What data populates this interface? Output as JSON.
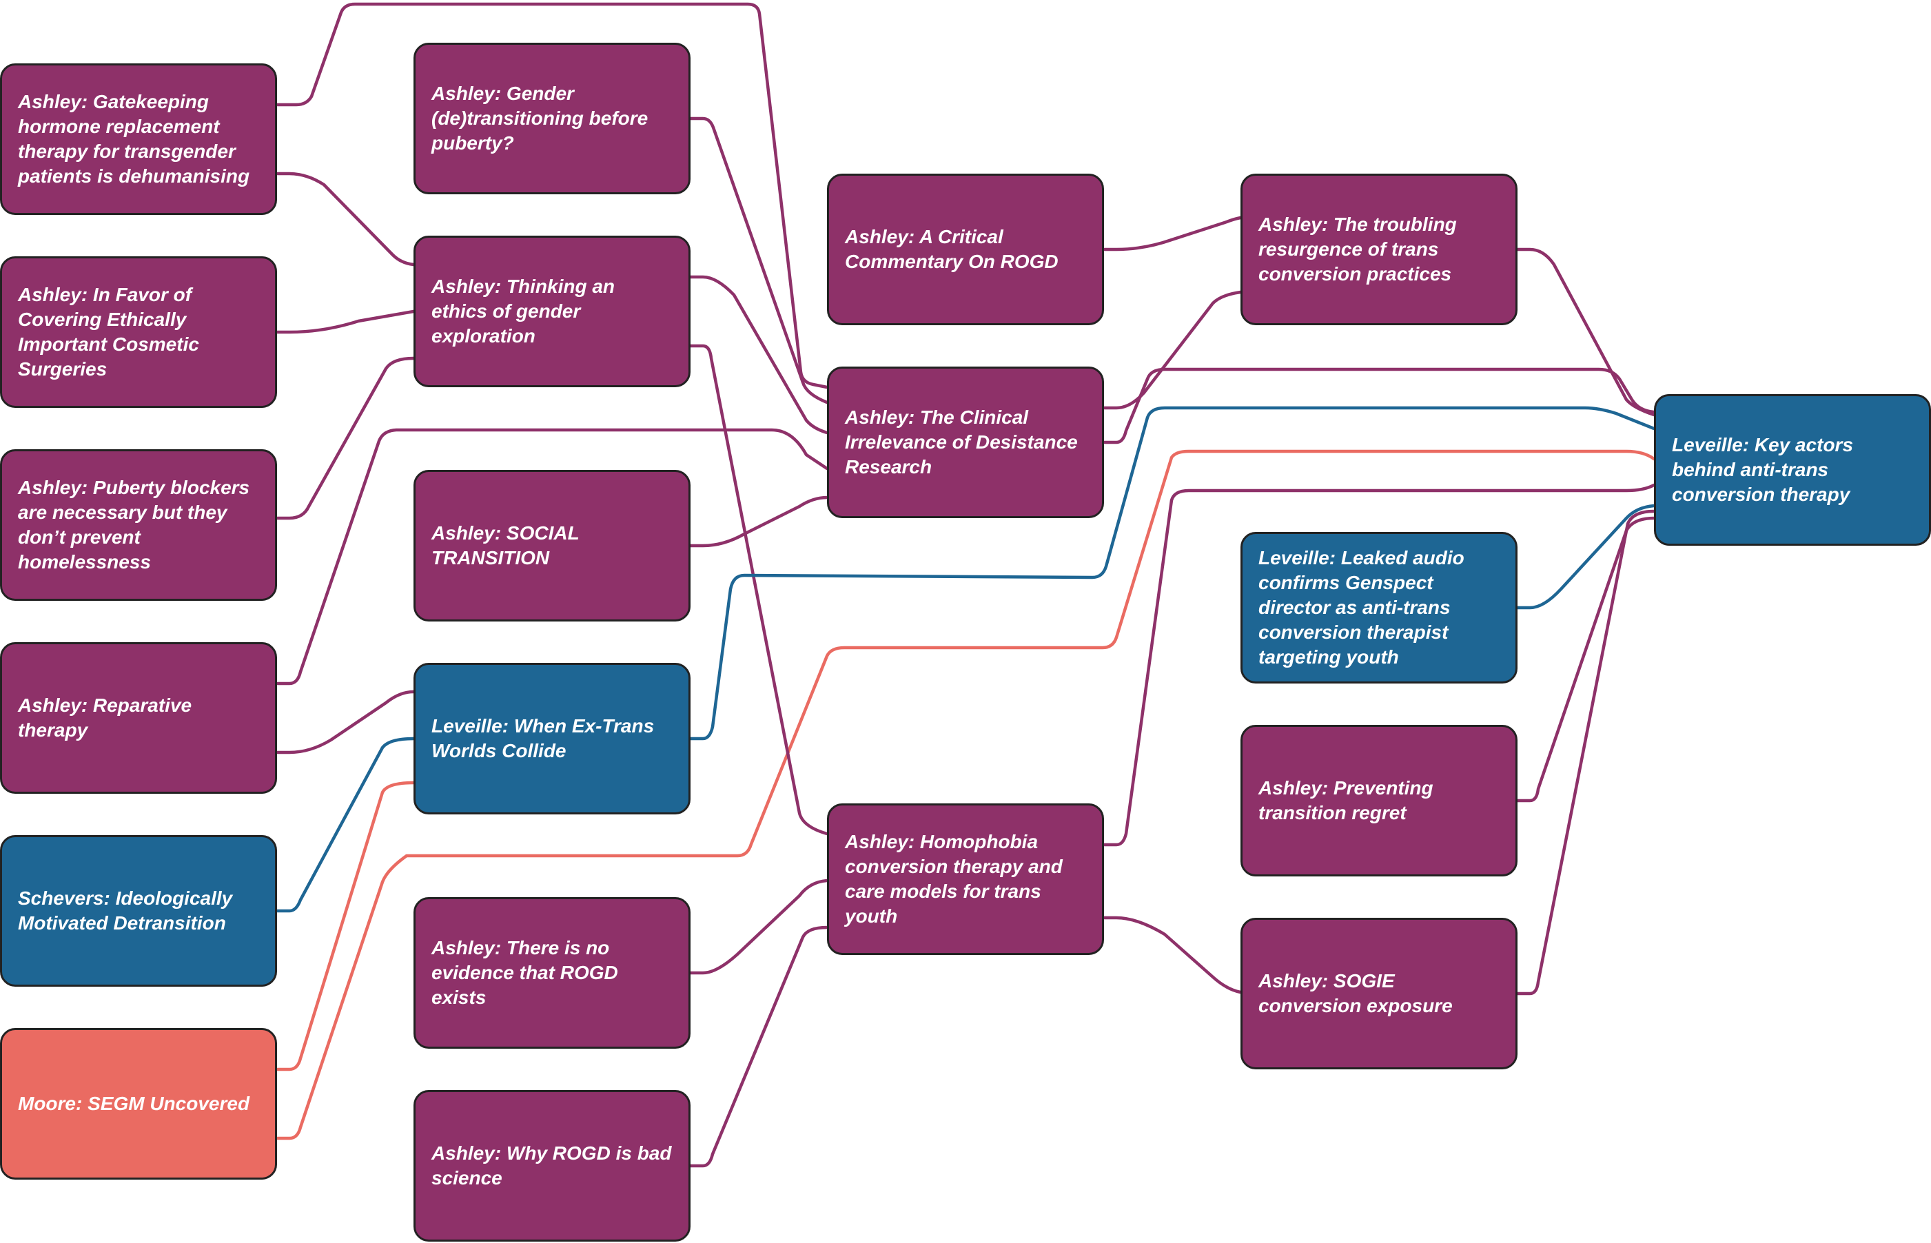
{
  "colors": {
    "ashley": "#8e3169",
    "leveille": "#1e6694",
    "schevers": "#1e6694",
    "moore": "#ea6b62",
    "border": "#222222",
    "text": "#ffffff"
  },
  "nodes": [
    {
      "id": "gatekeeping",
      "group": "ashley",
      "label": "Ashley: Gatekeeping hormone replacement therapy for transgender patients is dehumanising"
    },
    {
      "id": "cosmetic",
      "group": "ashley",
      "label": "Ashley: In Favor of Covering Ethically Important Cosmetic Surgeries"
    },
    {
      "id": "puberty-blockers",
      "group": "ashley",
      "label": "Ashley: Puberty blockers are necessary but they don’t prevent homelessness"
    },
    {
      "id": "reparative",
      "group": "ashley",
      "label": "Ashley: Reparative therapy"
    },
    {
      "id": "schevers",
      "group": "schevers",
      "label": "Schevers: Ideologically Motivated Detransition"
    },
    {
      "id": "moore",
      "group": "moore",
      "label": "Moore: SEGM Uncovered"
    },
    {
      "id": "pre-puberty",
      "group": "ashley",
      "label": "Ashley: Gender (de)transitioning before puberty?"
    },
    {
      "id": "ethics",
      "group": "ashley",
      "label": "Ashley: Thinking an ethics of gender exploration"
    },
    {
      "id": "social",
      "group": "ashley",
      "label": "Ashley: SOCIAL TRANSITION"
    },
    {
      "id": "ex-trans",
      "group": "leveille",
      "label": "Leveille: When Ex-Trans Worlds Collide"
    },
    {
      "id": "no-evidence",
      "group": "ashley",
      "label": "Ashley: There is no evidence that ROGD exists"
    },
    {
      "id": "bad-science",
      "group": "ashley",
      "label": "Ashley: Why ROGD is bad science"
    },
    {
      "id": "critical",
      "group": "ashley",
      "label": "Ashley: A Critical Commentary On ROGD"
    },
    {
      "id": "desistance",
      "group": "ashley",
      "label": "Ashley: The Clinical Irrelevance of Desistance Research"
    },
    {
      "id": "homophobia",
      "group": "ashley",
      "label": "Ashley: Homophobia conversion therapy and care models for trans youth"
    },
    {
      "id": "resurgence",
      "group": "ashley",
      "label": "Ashley: The troubling resurgence of trans conversion practices"
    },
    {
      "id": "leaked",
      "group": "leveille",
      "label": "Leveille: Leaked audio confirms Genspect director as anti-trans conversion therapist targeting youth"
    },
    {
      "id": "regret",
      "group": "ashley",
      "label": "Ashley: Preventing transition regret"
    },
    {
      "id": "sogie",
      "group": "ashley",
      "label": "Ashley: SOGIE conversion exposure"
    },
    {
      "id": "key-actors",
      "group": "leveille",
      "label": "Leveille: Key actors behind anti-trans conversion therapy"
    }
  ],
  "edges": [
    {
      "from": "gatekeeping",
      "to": "desistance",
      "color": "ashley"
    },
    {
      "from": "gatekeeping",
      "to": "ethics",
      "color": "ashley"
    },
    {
      "from": "cosmetic",
      "to": "ethics",
      "color": "ashley"
    },
    {
      "from": "puberty-blockers",
      "to": "ethics",
      "color": "ashley"
    },
    {
      "from": "reparative",
      "to": "desistance",
      "color": "ashley"
    },
    {
      "from": "reparative",
      "to": "ex-trans",
      "color": "ashley"
    },
    {
      "from": "schevers",
      "to": "ex-trans",
      "color": "leveille"
    },
    {
      "from": "moore",
      "to": "ex-trans",
      "color": "moore"
    },
    {
      "from": "moore",
      "to": "key-actors",
      "color": "moore"
    },
    {
      "from": "pre-puberty",
      "to": "desistance",
      "color": "ashley"
    },
    {
      "from": "ethics",
      "to": "desistance",
      "color": "ashley"
    },
    {
      "from": "ethics",
      "to": "homophobia",
      "color": "ashley"
    },
    {
      "from": "social",
      "to": "desistance",
      "color": "ashley"
    },
    {
      "from": "ex-trans",
      "to": "key-actors",
      "color": "leveille"
    },
    {
      "from": "no-evidence",
      "to": "homophobia",
      "color": "ashley"
    },
    {
      "from": "bad-science",
      "to": "homophobia",
      "color": "ashley"
    },
    {
      "from": "critical",
      "to": "resurgence",
      "color": "ashley"
    },
    {
      "from": "desistance",
      "to": "resurgence",
      "color": "ashley"
    },
    {
      "from": "desistance",
      "to": "key-actors",
      "color": "ashley"
    },
    {
      "from": "homophobia",
      "to": "key-actors",
      "color": "ashley"
    },
    {
      "from": "homophobia",
      "to": "sogie",
      "color": "ashley"
    },
    {
      "from": "resurgence",
      "to": "key-actors",
      "color": "ashley"
    },
    {
      "from": "leaked",
      "to": "key-actors",
      "color": "leveille"
    },
    {
      "from": "regret",
      "to": "key-actors",
      "color": "ashley"
    },
    {
      "from": "sogie",
      "to": "key-actors",
      "color": "ashley"
    }
  ]
}
